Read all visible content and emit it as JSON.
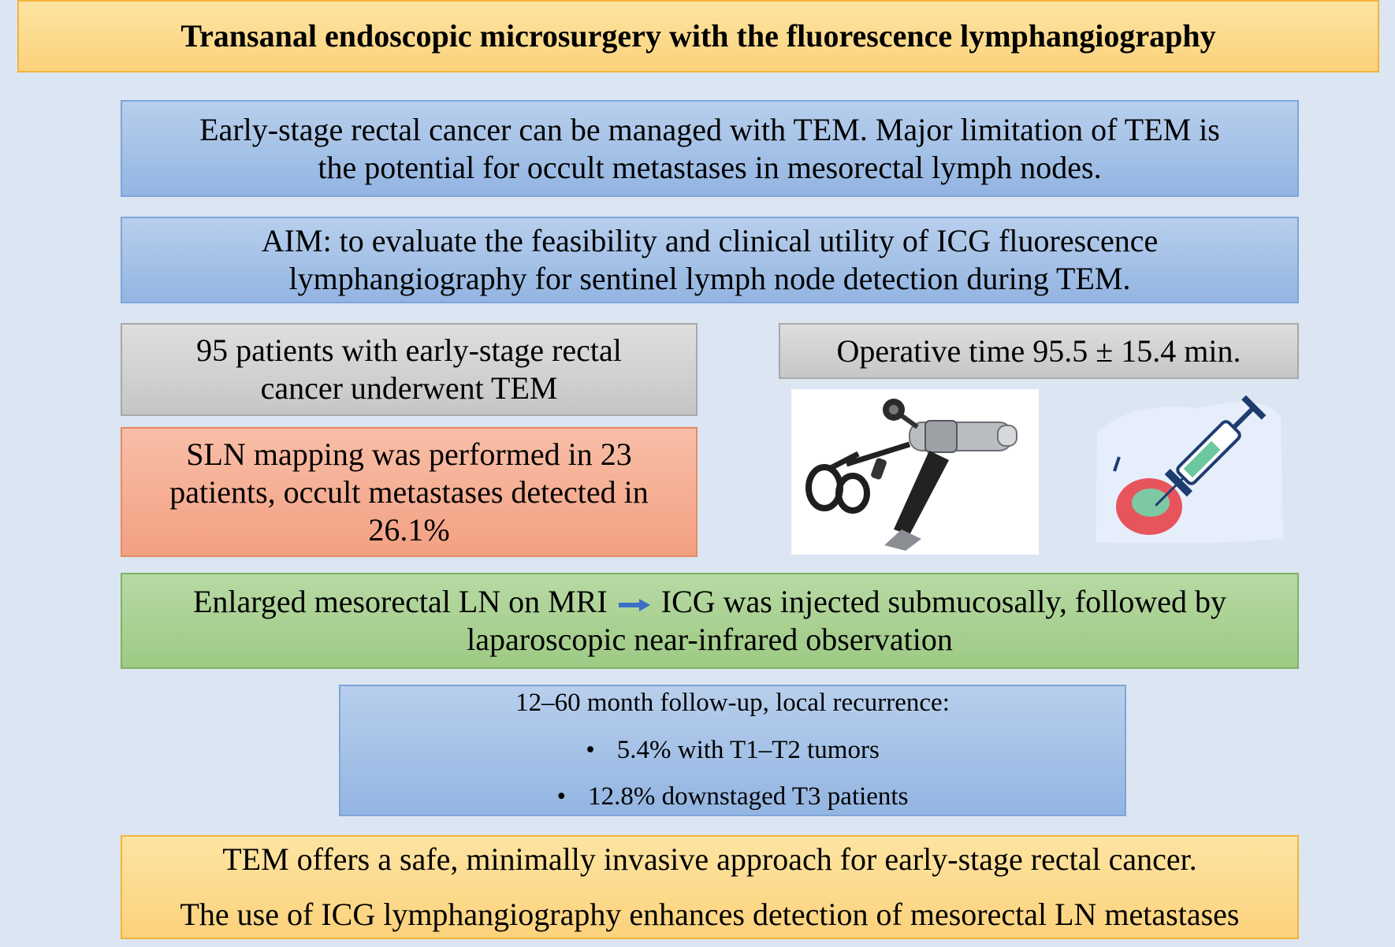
{
  "title": "Transanal endoscopic microsurgery with the fluorescence lymphangiography",
  "intro": {
    "line1": "Early-stage rectal cancer can be managed with TEM. Major limitation of TEM is",
    "line2": "the potential for occult metastases in mesorectal lymph nodes."
  },
  "aim": {
    "line1": "AIM: to evaluate the feasibility and clinical utility of ICG fluorescence",
    "line2": "lymphangiography for sentinel lymph node detection during TEM."
  },
  "patients": {
    "line1": "95 patients with early-stage rectal",
    "line2": "cancer underwent TEM"
  },
  "operative_time": "Operative time 95.5 ± 15.4 min.",
  "sln": {
    "line1": "SLN mapping was performed in 23",
    "line2": "patients, occult metastases detected in",
    "line3": "26.1%"
  },
  "procedure": {
    "line1a": "Enlarged mesorectal LN on MRI",
    "line1b": "ICG was injected submucosally, followed by",
    "line2": "laparoscopic near-infrared observation"
  },
  "followup": {
    "header": "12–60 month follow-up, local recurrence:",
    "items": [
      "5.4% with T1–T2 tumors",
      "12.8% downstaged T3 patients"
    ],
    "bullet": "•"
  },
  "conclusion": {
    "line1": "TEM offers a safe, minimally invasive approach for early-stage rectal cancer.",
    "line2": "The use of ICG lymphangiography enhances detection of mesorectal LN metastases"
  },
  "icons": {
    "arrow": "right-arrow-icon",
    "instrument": "tem-instrument-illustration",
    "syringe": "syringe-injection-illustration"
  },
  "colors": {
    "background": "#dce5f2",
    "yellow": "#fcd27c",
    "blue": "#93b5e2",
    "gray": "#c6c6c6",
    "salmon": "#f3a082",
    "green": "#9dca84",
    "arrow": "#3a6fc4"
  }
}
